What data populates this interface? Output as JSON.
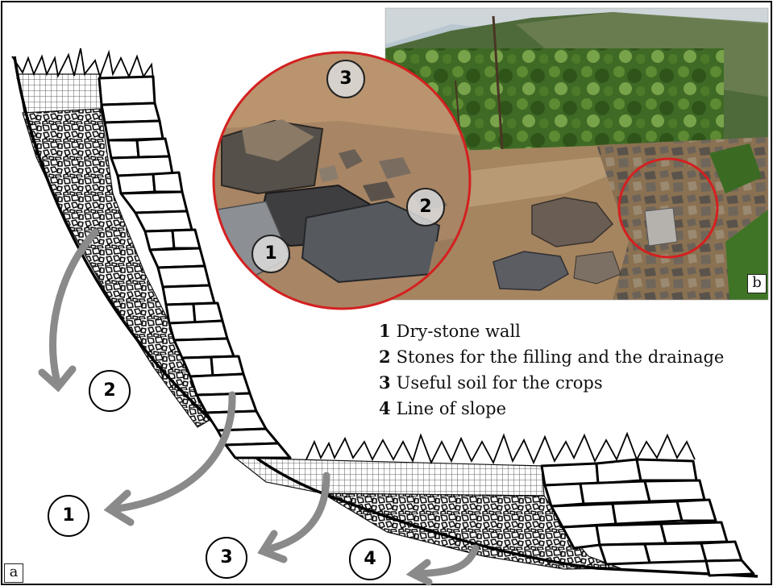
{
  "panels": {
    "a": "a",
    "b": "b"
  },
  "legend": [
    {
      "num": "1",
      "text": "Dry-stone wall"
    },
    {
      "num": "2",
      "text": "Stones for the filling and the drainage"
    },
    {
      "num": "3",
      "text": "Useful soil for the crops"
    },
    {
      "num": "4",
      "text": "Line of slope"
    }
  ],
  "diagram_markers": [
    "1",
    "2",
    "3",
    "4"
  ],
  "photo_markers": [
    "1",
    "2",
    "3"
  ],
  "colors": {
    "highlight_circle": "#d42020",
    "arrow": "#8a8a8a",
    "outline": "#000000"
  }
}
